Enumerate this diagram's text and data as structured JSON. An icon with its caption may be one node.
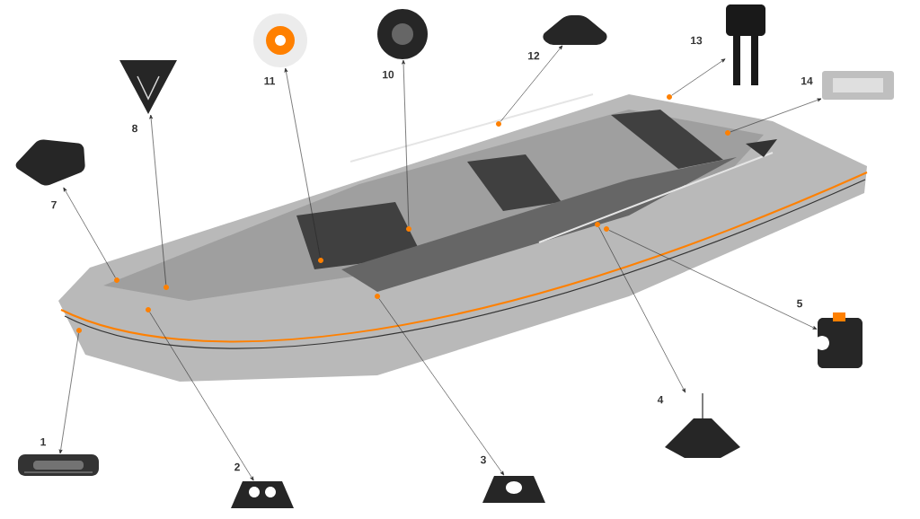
{
  "diagram": {
    "nodes": [
      {
        "text": [],
        "shape": "picture",
        "beside": [
          "1"
        ]
      },
      {
        "text": [],
        "shape": "picture",
        "beside": [
          "2"
        ]
      },
      {
        "text": [],
        "shape": "picture",
        "beside": [
          "3"
        ]
      },
      {
        "text": [],
        "shape": "picture",
        "beside": [
          "4"
        ]
      },
      {
        "text": [],
        "shape": "picture",
        "beside": [
          "5"
        ]
      },
      {
        "text": [],
        "shape": "picture",
        "beside": [
          "7"
        ]
      },
      {
        "text": [],
        "shape": "picture",
        "beside": [
          "8"
        ]
      },
      {
        "text": [],
        "shape": "picture",
        "beside": [
          "10"
        ]
      },
      {
        "text": [],
        "shape": "picture",
        "beside": [
          "11"
        ]
      },
      {
        "text": [],
        "shape": "picture",
        "beside": [
          "12"
        ]
      },
      {
        "text": [],
        "shape": "picture",
        "beside": [
          "13"
        ]
      },
      {
        "text": [],
        "shape": "picture",
        "beside": [
          "14"
        ]
      },
      {
        "text": [],
        "shape": "circle"
      },
      {
        "text": [],
        "shape": "circle"
      },
      {
        "text": [],
        "shape": "circle"
      },
      {
        "text": [],
        "shape": "circle"
      },
      {
        "text": [],
        "shape": "circle"
      },
      {
        "text": [],
        "shape": "circle"
      },
      {
        "text": [],
        "shape": "circle"
      },
      {
        "text": [],
        "shape": "circle"
      },
      {
        "text": [],
        "shape": "circle"
      },
      {
        "text": [],
        "shape": "circle"
      },
      {
        "text": [],
        "shape": "circle"
      },
      {
        "text": [],
        "shape": "circle"
      }
    ],
    "edges": [
      {
        "from": 12,
        "to": 0,
        "arrow": "to"
      },
      {
        "from": 13,
        "to": 1,
        "arrow": "to"
      },
      {
        "from": 14,
        "to": 2,
        "arrow": "to"
      },
      {
        "from": 15,
        "to": 3,
        "arrow": "to"
      },
      {
        "from": 16,
        "to": 4,
        "arrow": "to"
      },
      {
        "from": 17,
        "to": 5,
        "arrow": "to"
      },
      {
        "from": 18,
        "to": 6,
        "arrow": "to"
      },
      {
        "from": 19,
        "to": 7,
        "arrow": "to"
      },
      {
        "from": 20,
        "to": 8,
        "arrow": "to"
      },
      {
        "from": 21,
        "to": 9,
        "arrow": "to"
      },
      {
        "from": 22,
        "to": 10,
        "arrow": "to"
      },
      {
        "from": 23,
        "to": 11,
        "arrow": "to"
      }
    ]
  }
}
